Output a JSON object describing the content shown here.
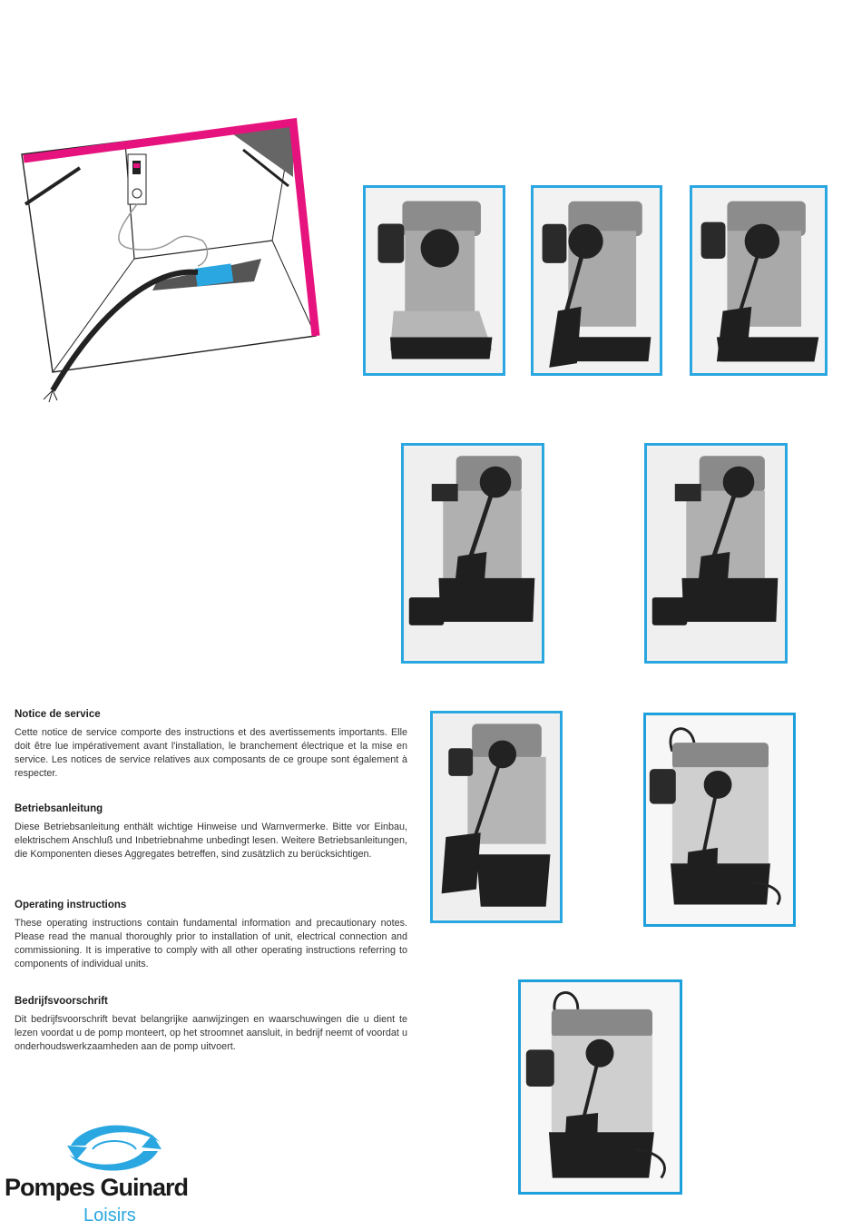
{
  "sections": [
    {
      "id": "fr",
      "title": "Notice de service",
      "body": "Cette notice de service comporte des instructions et des avertissements importants. Elle doit être lue impérativement avant l'installation, le branchement électrique et la mise en service. Les notices de service relatives aux composants de ce groupe sont également à respecter."
    },
    {
      "id": "de",
      "title": "Betriebsanleitung",
      "body": "Diese Betriebsanleitung enthält wichtige Hinweise und Warnvermerke. Bitte vor Einbau, elektrischem Anschluß und Inbetriebnahme unbedingt lesen. Weitere Betriebsanleitungen, die Komponenten dieses Aggregates betreffen, sind zusätzlich zu berücksichtigen."
    },
    {
      "id": "en",
      "title": "Operating instructions",
      "body": "These operating instructions contain fundamental information and precautionary notes. Please read the manual thoroughly prior to installation of unit, electrical connection and commissioning. It is imperative to comply with all other operating instructions referring to components of individual units."
    },
    {
      "id": "nl",
      "title": "Bedrijfsvoorschrift",
      "body": "Dit bedrijfsvoorschrift bevat belangrijke aanwijzingen en waarschuwingen die u dient te lezen voordat u de pomp monteert, op het stroomnet aansluit, in bedrijf neemt of voordat u onderhoudswerkzaamheden aan de pomp uitvoert."
    }
  ],
  "logo": {
    "name": "Pompes Guinard",
    "subtitle": "Loisirs"
  },
  "colors": {
    "frame_blue": "#2aa7e0",
    "magenta": "#e6137e",
    "brand_blue": "#2aa7e0"
  }
}
